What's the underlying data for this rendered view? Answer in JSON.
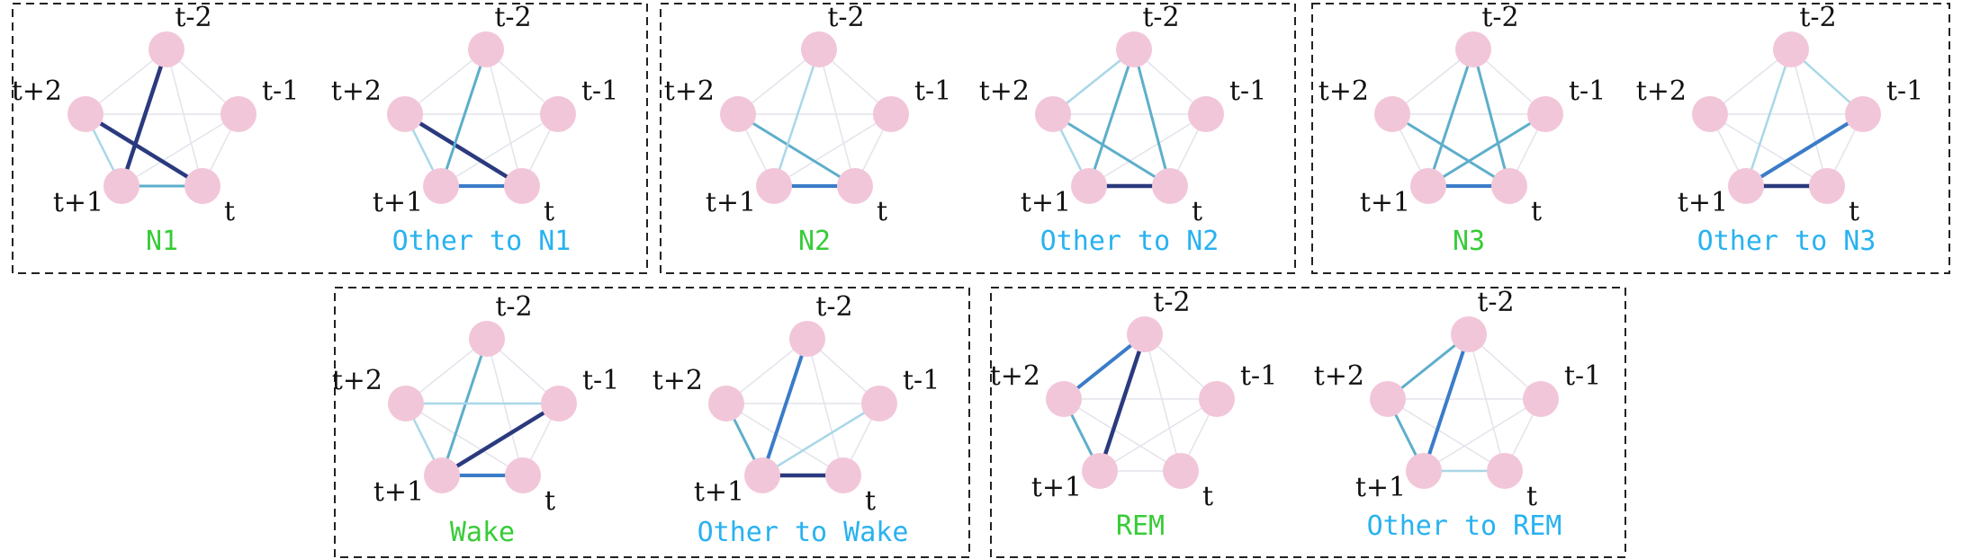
{
  "colors": {
    "node_fill": "#f2c6d9",
    "stage_caption": "#37cc37",
    "transition_caption": "#28b2f0",
    "edge_faint": "#e3e3ec",
    "edge_weak": "#a9d7e8",
    "edge_medium": "#5eaecb",
    "edge_strong": "#3a7cc8",
    "edge_strongest": "#2b3a7e"
  },
  "node_labels": [
    "t-2",
    "t-1",
    "t",
    "t+1",
    "t+2"
  ],
  "groups": [
    {
      "panels": [
        {
          "caption": "N1",
          "caption_kind": "stage",
          "edges": [
            {
              "pair": [
                "t-2",
                "t+1"
              ],
              "strength": "strongest"
            },
            {
              "pair": [
                "t+2",
                "t"
              ],
              "strength": "strongest"
            },
            {
              "pair": [
                "t+1",
                "t"
              ],
              "strength": "medium"
            },
            {
              "pair": [
                "t+2",
                "t+1"
              ],
              "strength": "weak"
            }
          ]
        },
        {
          "caption": "Other to N1",
          "caption_kind": "transition",
          "edges": [
            {
              "pair": [
                "t+2",
                "t"
              ],
              "strength": "strongest"
            },
            {
              "pair": [
                "t+1",
                "t"
              ],
              "strength": "strong"
            },
            {
              "pair": [
                "t-2",
                "t+1"
              ],
              "strength": "medium"
            },
            {
              "pair": [
                "t+2",
                "t+1"
              ],
              "strength": "weak"
            }
          ]
        }
      ]
    },
    {
      "panels": [
        {
          "caption": "N2",
          "caption_kind": "stage",
          "edges": [
            {
              "pair": [
                "t+1",
                "t"
              ],
              "strength": "strong"
            },
            {
              "pair": [
                "t+2",
                "t"
              ],
              "strength": "medium"
            },
            {
              "pair": [
                "t-2",
                "t+1"
              ],
              "strength": "weak"
            }
          ]
        },
        {
          "caption": "Other to N2",
          "caption_kind": "transition",
          "edges": [
            {
              "pair": [
                "t+1",
                "t"
              ],
              "strength": "strongest"
            },
            {
              "pair": [
                "t-2",
                "t+1"
              ],
              "strength": "medium"
            },
            {
              "pair": [
                "t+2",
                "t"
              ],
              "strength": "medium"
            },
            {
              "pair": [
                "t-2",
                "t"
              ],
              "strength": "medium"
            },
            {
              "pair": [
                "t+2",
                "t-2"
              ],
              "strength": "weak"
            },
            {
              "pair": [
                "t+2",
                "t+1"
              ],
              "strength": "weak"
            }
          ]
        }
      ]
    },
    {
      "panels": [
        {
          "caption": "N3",
          "caption_kind": "stage",
          "edges": [
            {
              "pair": [
                "t+1",
                "t"
              ],
              "strength": "strong"
            },
            {
              "pair": [
                "t-2",
                "t+1"
              ],
              "strength": "medium"
            },
            {
              "pair": [
                "t-2",
                "t"
              ],
              "strength": "medium"
            },
            {
              "pair": [
                "t+2",
                "t"
              ],
              "strength": "medium"
            },
            {
              "pair": [
                "t-1",
                "t+1"
              ],
              "strength": "medium"
            }
          ]
        },
        {
          "caption": "Other to N3",
          "caption_kind": "transition",
          "edges": [
            {
              "pair": [
                "t+1",
                "t"
              ],
              "strength": "strongest"
            },
            {
              "pair": [
                "t-1",
                "t+1"
              ],
              "strength": "strong"
            },
            {
              "pair": [
                "t-2",
                "t-1"
              ],
              "strength": "weak"
            },
            {
              "pair": [
                "t-2",
                "t+1"
              ],
              "strength": "weak"
            }
          ]
        }
      ]
    },
    {
      "panels": [
        {
          "caption": "Wake",
          "caption_kind": "stage",
          "edges": [
            {
              "pair": [
                "t-1",
                "t+1"
              ],
              "strength": "strongest"
            },
            {
              "pair": [
                "t+1",
                "t"
              ],
              "strength": "strong"
            },
            {
              "pair": [
                "t-2",
                "t+1"
              ],
              "strength": "medium"
            },
            {
              "pair": [
                "t+2",
                "t-1"
              ],
              "strength": "weak"
            },
            {
              "pair": [
                "t+2",
                "t+1"
              ],
              "strength": "weak"
            }
          ]
        },
        {
          "caption": "Other to Wake",
          "caption_kind": "transition",
          "edges": [
            {
              "pair": [
                "t+1",
                "t"
              ],
              "strength": "strongest"
            },
            {
              "pair": [
                "t-2",
                "t+1"
              ],
              "strength": "strong"
            },
            {
              "pair": [
                "t+2",
                "t+1"
              ],
              "strength": "medium"
            },
            {
              "pair": [
                "t-1",
                "t+1"
              ],
              "strength": "weak"
            }
          ]
        }
      ]
    },
    {
      "panels": [
        {
          "caption": "REM",
          "caption_kind": "stage",
          "edges": [
            {
              "pair": [
                "t-2",
                "t+1"
              ],
              "strength": "strongest"
            },
            {
              "pair": [
                "t+2",
                "t-2"
              ],
              "strength": "strong"
            },
            {
              "pair": [
                "t+2",
                "t+1"
              ],
              "strength": "medium"
            }
          ]
        },
        {
          "caption": "Other to REM",
          "caption_kind": "transition",
          "edges": [
            {
              "pair": [
                "t-2",
                "t+1"
              ],
              "strength": "strong"
            },
            {
              "pair": [
                "t+2",
                "t-2"
              ],
              "strength": "medium"
            },
            {
              "pair": [
                "t+2",
                "t+1"
              ],
              "strength": "medium"
            },
            {
              "pair": [
                "t+1",
                "t"
              ],
              "strength": "weak"
            }
          ]
        }
      ]
    }
  ]
}
